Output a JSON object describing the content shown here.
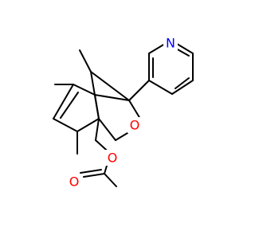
{
  "molecule": {
    "atoms": {
      "pyridine_nitrogen": {
        "symbol": "N",
        "color": "#0000ff"
      },
      "ring_oxygen": {
        "symbol": "O",
        "color": "#ff0000"
      },
      "ester_oxygen": {
        "symbol": "O",
        "color": "#ff0000"
      },
      "carbonyl_oxygen": {
        "symbol": "O",
        "color": "#ff0000"
      }
    },
    "bond_color": "#000000",
    "background": "#ffffff"
  }
}
